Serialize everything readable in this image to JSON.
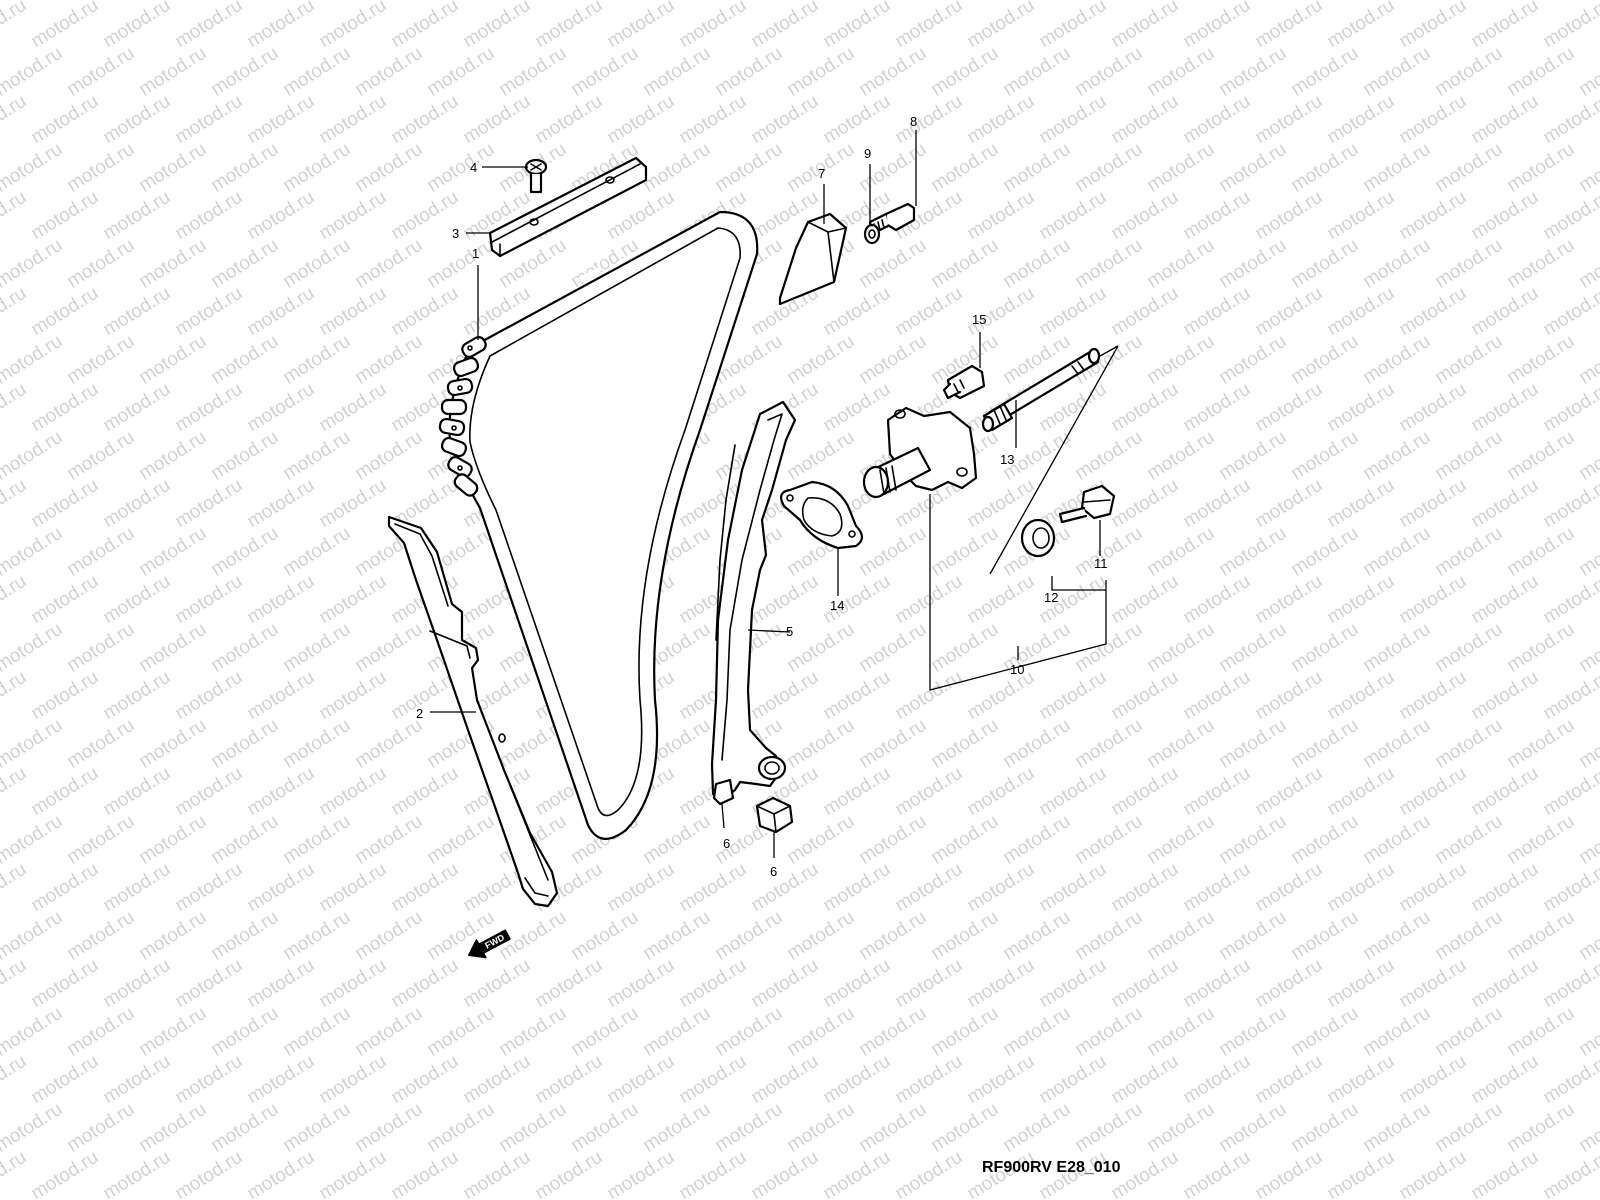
{
  "watermark": "motod.ru",
  "diagram_code": "RF900RV E28_010",
  "fwd_label": "FWD",
  "callouts": [
    "1",
    "2",
    "3",
    "4",
    "5",
    "6",
    "6",
    "7",
    "8",
    "9",
    "10",
    "11",
    "12",
    "13",
    "14",
    "15"
  ],
  "colors": {
    "line": "#000000",
    "watermark": "#d2d2d2",
    "background": "#ffffff"
  }
}
